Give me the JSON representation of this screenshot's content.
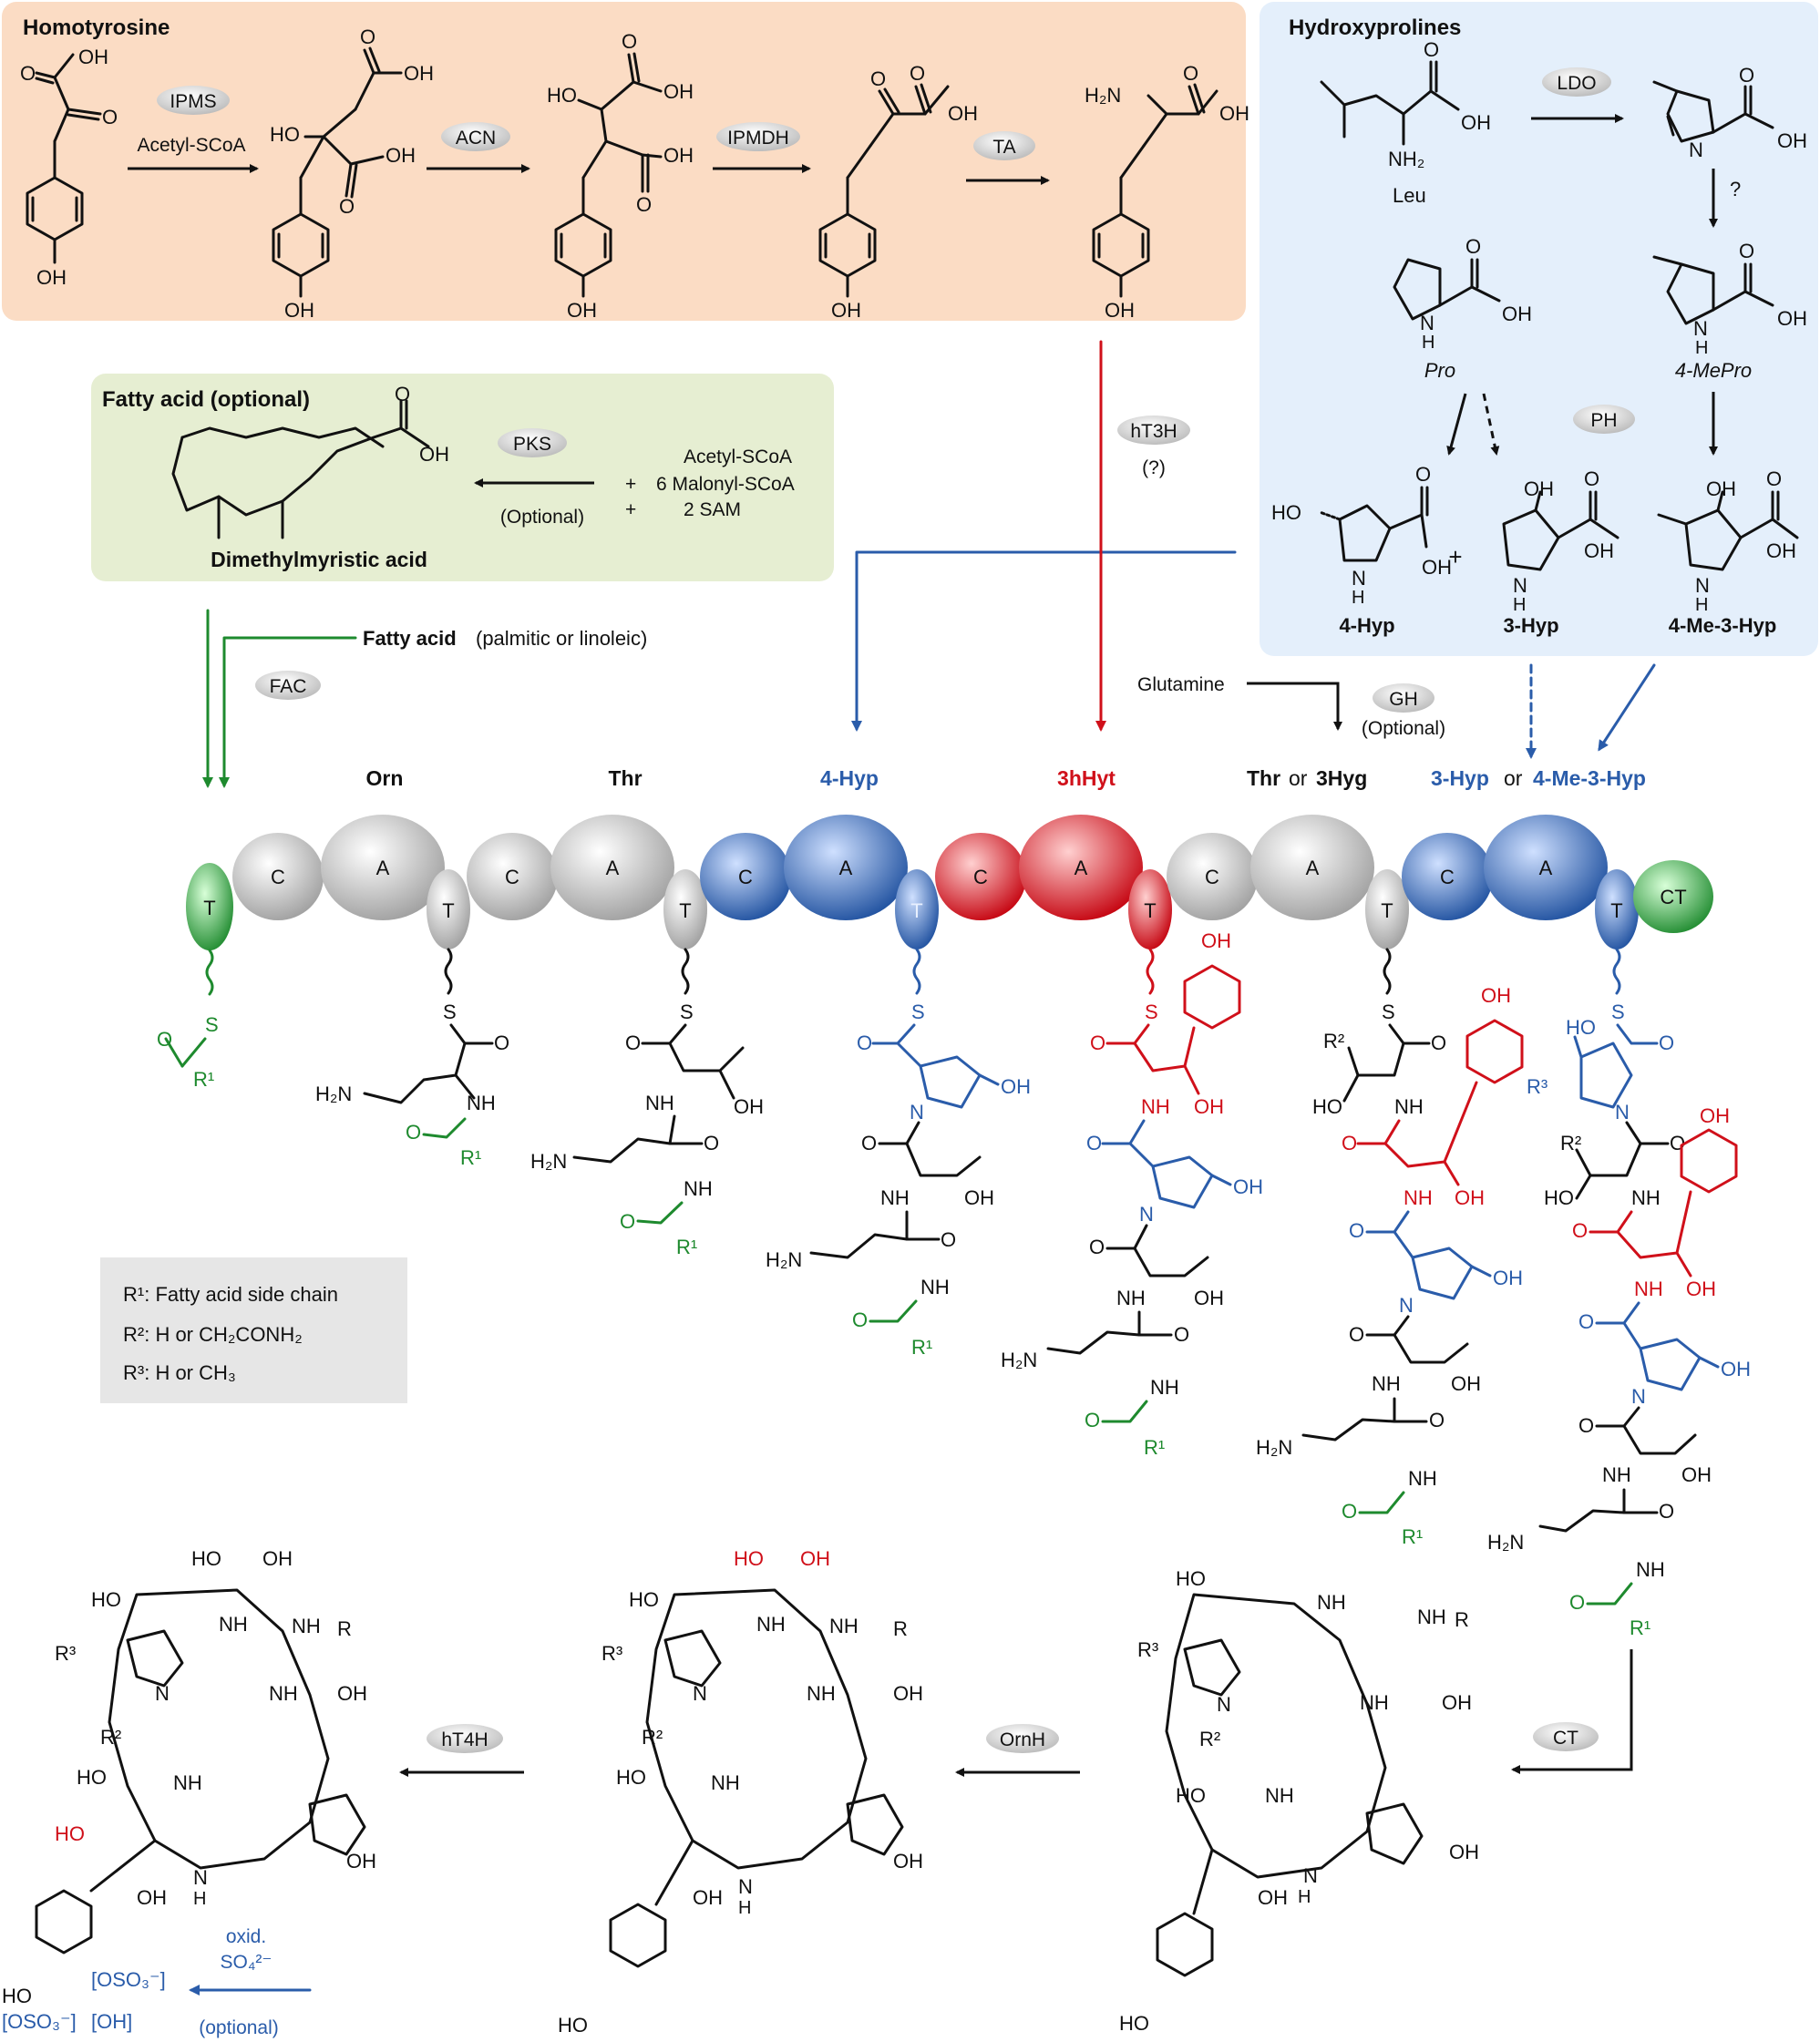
{
  "panels": {
    "homotyrosine": {
      "title": "Homotyrosine",
      "color": "#fbdcc4"
    },
    "hydroxyprolines": {
      "title": "Hydroxyprolines",
      "color": "#e4effb"
    },
    "fatty_acid": {
      "title": "Fatty acid (optional)",
      "product": "Dimethylmyristic acid",
      "color": "#e6eed2"
    }
  },
  "enzymes": {
    "ipms": "IPMS",
    "acn": "ACN",
    "ipmdh": "IPMDH",
    "ta": "TA",
    "ldo": "LDO",
    "ph": "PH",
    "pks": "PKS",
    "ht3h": "hT3H",
    "fac": "FAC",
    "gh": "GH",
    "ct": "CT",
    "ornh": "OrnH",
    "ht4h": "hT4H"
  },
  "labels": {
    "acetyl_scoa": "Acetyl-SCoA",
    "ht3h_note": "(?)",
    "ldo_question": "?",
    "leu": "Leu",
    "pro": "Pro",
    "mepro": "4-MePro",
    "hyp4": "4-Hyp",
    "hyp3": "3-Hyp",
    "me3hyp": "4-Me-3-Hyp",
    "plus": "+",
    "pks_inputs": [
      "Acetyl-SCoA",
      "6 Malonyl-SCoA",
      "2 SAM"
    ],
    "pks_optional": "(Optional)",
    "fatty_acid_note_bold": "Fatty acid",
    "fatty_acid_note_rest": "(palmitic or linoleic)",
    "glutamine": "Glutamine",
    "gh_optional": "(Optional)",
    "oxid": "oxid.",
    "so4": "SO₄²⁻",
    "optional_lower": "(optional)"
  },
  "modules": [
    {
      "substrate": "Orn",
      "color": "#c8c8c8"
    },
    {
      "substrate": "Thr",
      "color": "#c8c8c8"
    },
    {
      "substrate": "4-Hyp",
      "color": "#2a5caa"
    },
    {
      "substrate": "3hHyt",
      "color": "#d0101a"
    },
    {
      "substrate_a": "Thr",
      "substrate_or": "or",
      "substrate_b": "3Hyg",
      "color": "#c8c8c8"
    },
    {
      "substrate_a": "3-Hyp",
      "substrate_or": "or",
      "substrate_b": "4-Me-3-Hyp",
      "color": "#2a5caa"
    }
  ],
  "domain_letters": {
    "c": "C",
    "a": "A",
    "t": "T",
    "ct": "CT"
  },
  "legend": {
    "r1": "R¹: Fatty acid side chain",
    "r2": "R²: H or CH₂CONH₂",
    "r3": "R³: H or CH₃"
  },
  "atoms": {
    "oh": "OH",
    "o": "O",
    "nh": "NH",
    "n": "N",
    "h": "H",
    "s": "S",
    "h2n": "H₂N",
    "nh2": "NH₂",
    "ho": "HO",
    "r": "R",
    "r1": "R¹",
    "r2": "R²",
    "r3": "R³",
    "oso3": "[OSO₃⁻]",
    "oh_br": "[OH]"
  }
}
